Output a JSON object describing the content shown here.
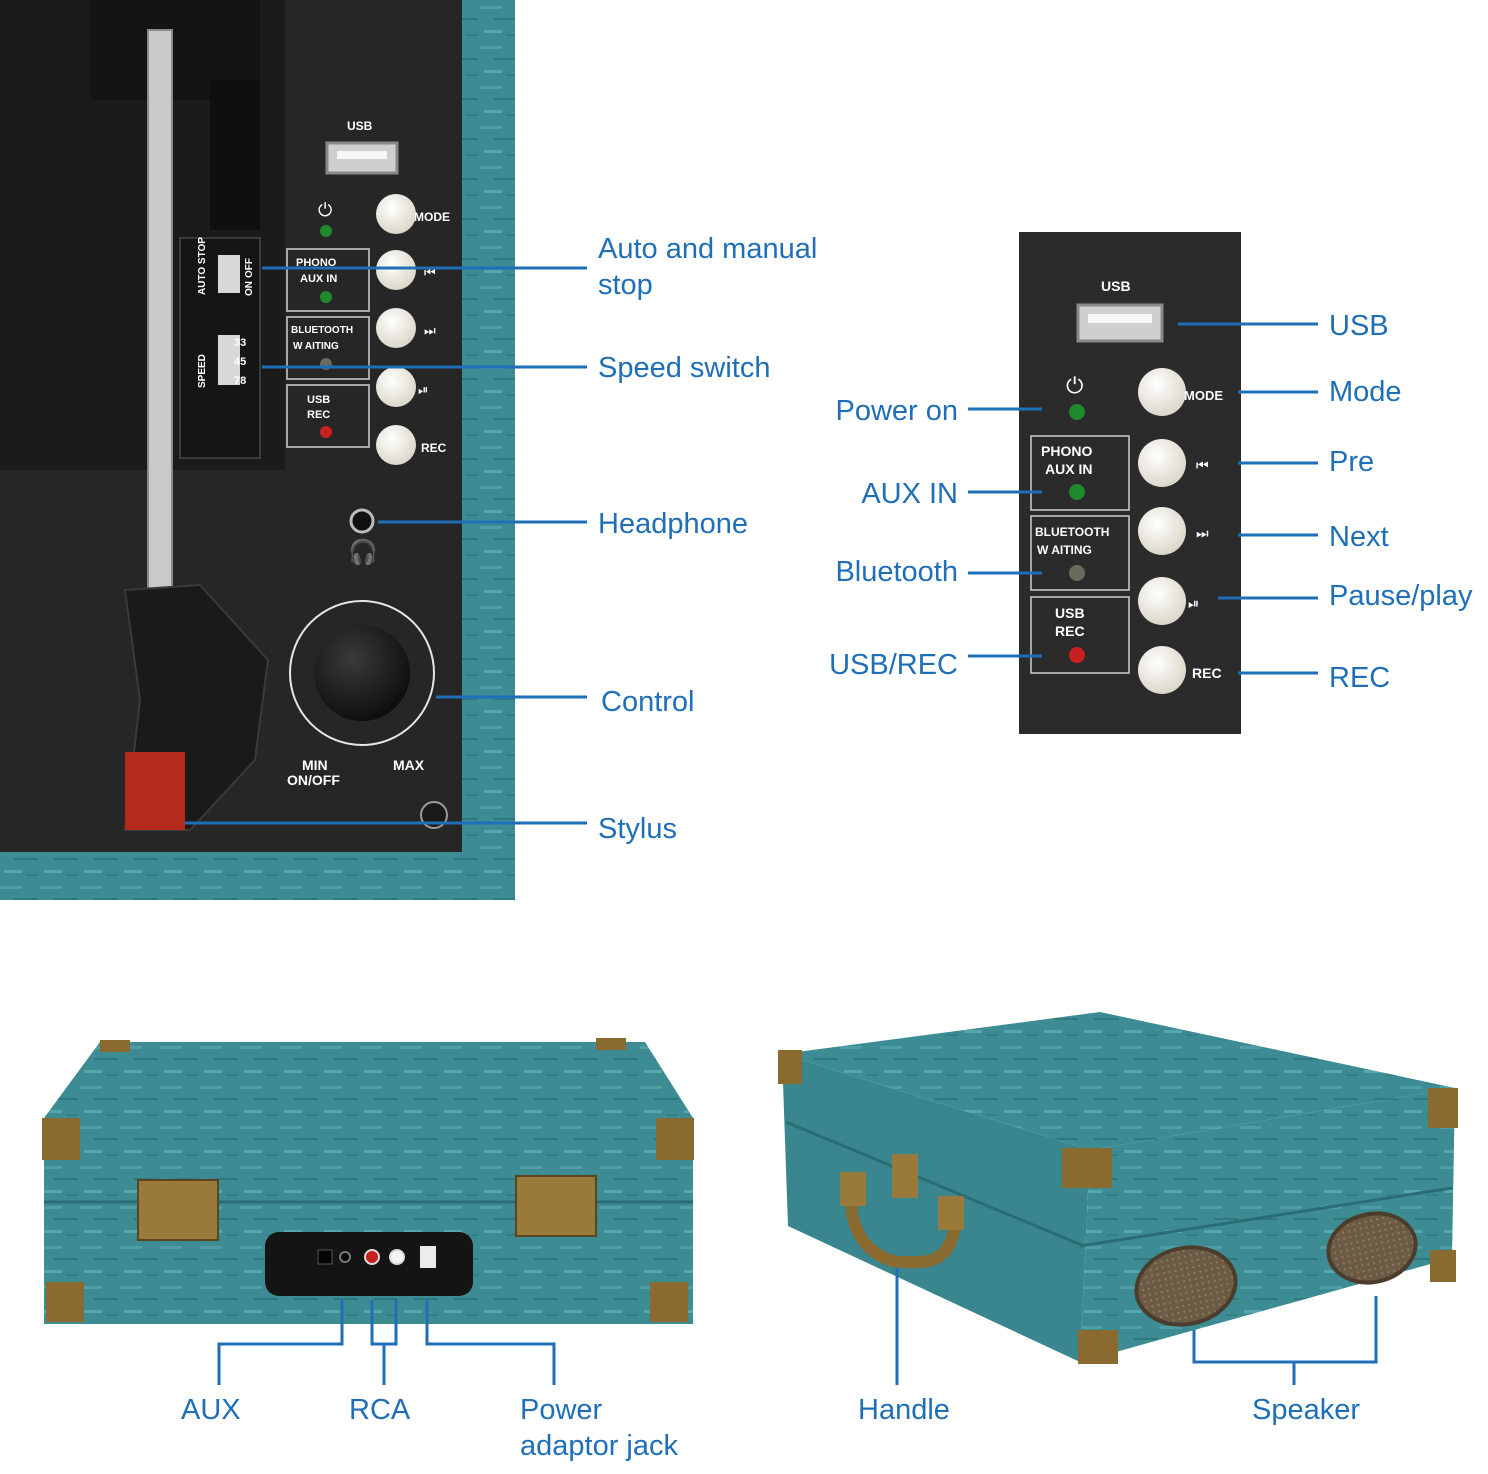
{
  "colors": {
    "callout": "#1f6fb8",
    "teal_case": "#3d8c94",
    "panel": "#2b2b2b",
    "button": "#f2efe6",
    "led_green": "#1f8a2a",
    "led_red": "#c81f1f",
    "brass": "#8a6a2e"
  },
  "top_left": {
    "panel": {
      "usb": "USB",
      "mode": "MODE",
      "phono": "PHONO",
      "aux_in": "AUX IN",
      "bluetooth": "BLUETOOTH",
      "waiting": "W AITING",
      "usb2": "USB",
      "rec_small": "REC",
      "rec": "REC",
      "auto_stop": "AUTO STOP",
      "off": "OFF",
      "on": "ON",
      "speed_label": "SPEED",
      "speed_33": "33",
      "speed_45": "45",
      "speed_78": "78",
      "min": "MIN",
      "onoff": "ON/OFF",
      "max": "MAX"
    },
    "labels": {
      "auto_stop_line1": "Auto and manual",
      "auto_stop_line2": "stop",
      "speed_switch": "Speed switch",
      "headphone": "Headphone",
      "control": "Control",
      "stylus": "Stylus"
    }
  },
  "top_right": {
    "panel": {
      "usb": "USB",
      "mode": "MODE",
      "phono": "PHONO",
      "aux_in": "AUX IN",
      "bluetooth": "BLUETOOTH",
      "waiting": "W AITING",
      "usb2": "USB",
      "rec_small": "REC",
      "rec": "REC"
    },
    "labels_right": {
      "usb": "USB",
      "mode": "Mode",
      "pre": "Pre",
      "next": "Next",
      "pause_play": "Pause/play",
      "rec": "REC"
    },
    "labels_left": {
      "power_on": "Power on",
      "aux_in": "AUX IN",
      "bluetooth": "Bluetooth",
      "usb_rec": "USB/REC"
    }
  },
  "bottom_left": {
    "labels": {
      "aux": "AUX",
      "rca": "RCA",
      "power_line1": "Power",
      "power_line2": "adaptor jack"
    }
  },
  "bottom_right": {
    "labels": {
      "handle": "Handle",
      "speaker": "Speaker"
    }
  }
}
